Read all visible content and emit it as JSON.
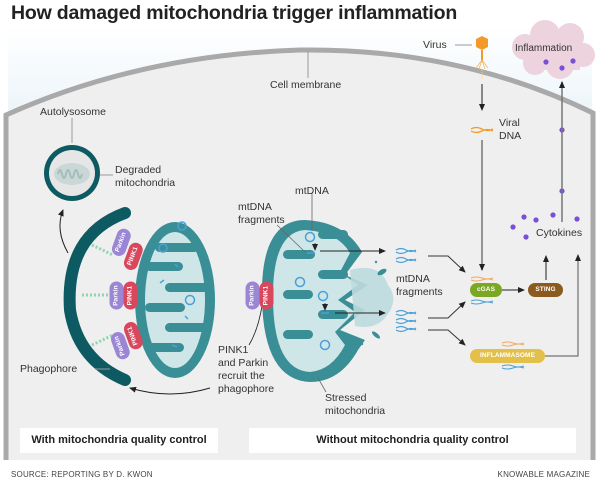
{
  "title": "How damaged mitochondria trigger inflammation",
  "labels": {
    "cell_membrane": "Cell membrane",
    "autolysosome": "Autolysosome",
    "degraded_mitochondria": [
      "Degraded",
      "mitochondria"
    ],
    "phagophore": "Phagophore",
    "pink1_parkin_recruit": [
      "PINK1",
      "and Parkin",
      "recruit the",
      "phagophore"
    ],
    "mtdna": "mtDNA",
    "mtdna_fragments_top": [
      "mtDNA",
      "fragments"
    ],
    "mtdna_fragments_mid": [
      "mtDNA",
      "fragments"
    ],
    "stressed_mitochondria": [
      "Stressed",
      "mitochondria"
    ],
    "virus": "Virus",
    "viral_dna": [
      "Viral",
      "DNA"
    ],
    "inflammation": "Inflammation",
    "cytokines": "Cytokines"
  },
  "proteins": {
    "parkin": "Parkin",
    "pink1": "PINK1"
  },
  "pathway": {
    "cgas": "cGAS",
    "sting": "STING",
    "inflammasome": "INFLAMMASOME"
  },
  "panels": {
    "left": "With mitochondria quality control",
    "right": "Without mitochondria quality control"
  },
  "footer": {
    "source": "SOURCE: REPORTING BY D. KWON",
    "publisher": "KNOWABLE MAGAZINE"
  },
  "colors": {
    "teal_dark": "#0e5a63",
    "teal_mito": "#3a8e96",
    "mito_inner": "#cfe6e8",
    "parkin": "#9b86d6",
    "pink1": "#d9475d",
    "cgas": "#7aa823",
    "sting": "#8a5a1e",
    "inflammasome": "#e3c04a",
    "cytokine": "#7a4fd6",
    "virus": "#f39a2a",
    "cell_bg": "#efefef",
    "membrane": "#a9a9a9",
    "inflammation_cloud": "#ecd3dd"
  }
}
